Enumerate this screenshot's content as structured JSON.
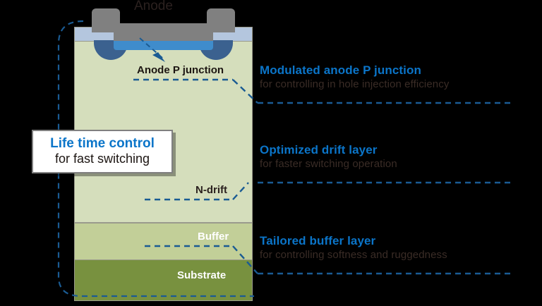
{
  "diagram": {
    "title": "Anode",
    "device_labels": {
      "anode_p_junction": "Anode P junction",
      "n_drift": "N-drift",
      "buffer": "Buffer",
      "substrate": "Substrate"
    },
    "layers": [
      {
        "name": "n-drift",
        "label": "N-drift",
        "color": "#d5debc",
        "text_color": "#2b211f"
      },
      {
        "name": "buffer",
        "label": "Buffer",
        "color": "#c2cf98",
        "text_color": "#ffffff"
      },
      {
        "name": "substrate",
        "label": "Substrate",
        "color": "#78913f",
        "text_color": "#ffffff"
      }
    ],
    "electrode": {
      "name": "anode-metal",
      "color": "#808080"
    },
    "oxide": {
      "color": "#b4c6de"
    },
    "p_well": {
      "color": "#3b618f"
    },
    "p_junction": {
      "color": "#3f8ccc"
    }
  },
  "callout": {
    "heading": "Life time control",
    "subtitle": "for fast switching"
  },
  "annotations": [
    {
      "id": "modulated-anode-p-junction",
      "heading": "Modulated anode P junction",
      "subtitle": "for controlling in hole injection efficiency"
    },
    {
      "id": "optimized-drift-layer",
      "heading": "Optimized drift layer",
      "subtitle": "for faster switching operation"
    },
    {
      "id": "tailored-buffer-layer",
      "heading": "Tailored buffer layer",
      "subtitle": "for controlling softness and ruggedness"
    }
  ],
  "colors": {
    "accent_blue": "#0b75c9",
    "leader_blue": "#1a5b93",
    "body_brown": "#3a2c26"
  }
}
